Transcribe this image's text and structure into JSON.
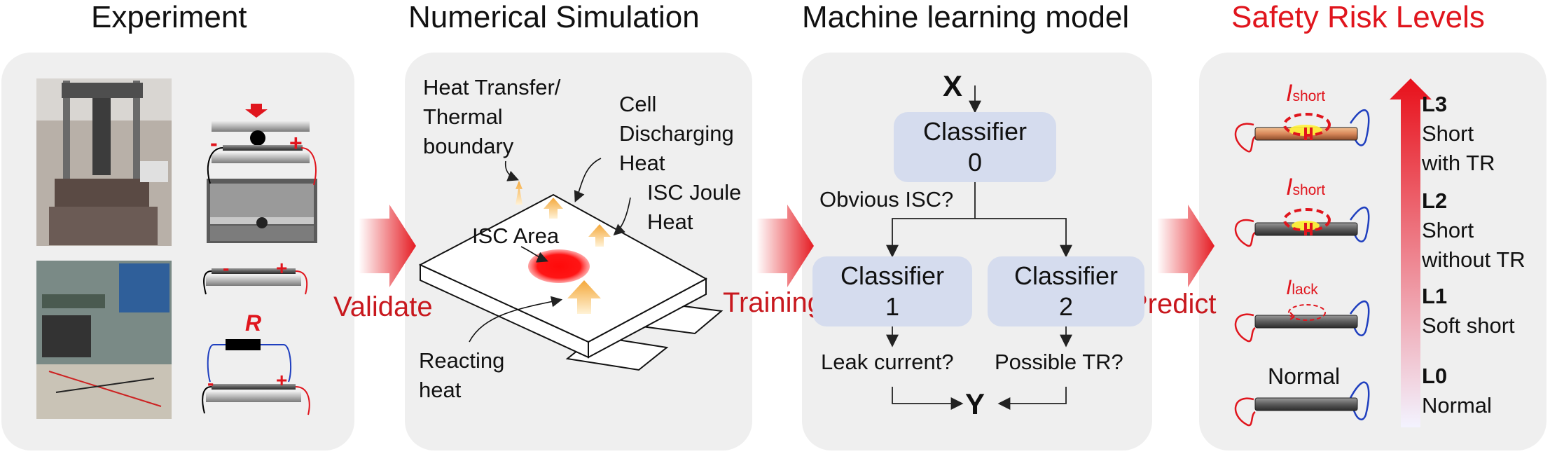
{
  "titles": {
    "experiment": "Experiment",
    "simulation": "Numerical Simulation",
    "ml": "Machine learning model",
    "safety": "Safety Risk Levels"
  },
  "arrows": {
    "validate": "Validate",
    "training": "Training",
    "predict": "Predict"
  },
  "experiment": {
    "polarity_minus": "-",
    "polarity_plus": "+",
    "resistor_label": "R"
  },
  "simulation": {
    "heat_transfer": [
      "Heat Transfer/",
      "Thermal",
      "boundary"
    ],
    "cell_discharging": [
      "Cell",
      "Discharging",
      "Heat"
    ],
    "isc_joule": [
      "ISC Joule",
      "Heat"
    ],
    "isc_area": "ISC Area",
    "reacting": [
      "Reacting",
      "heat"
    ]
  },
  "ml": {
    "input": "X",
    "output": "Y",
    "classifier0": [
      "Classifier",
      "0"
    ],
    "classifier1": [
      "Classifier",
      "1"
    ],
    "classifier2": [
      "Classifier",
      "2"
    ],
    "question0": "Obvious ISC?",
    "question1": "Leak current?",
    "question2": "Possible TR?"
  },
  "safety": {
    "cell_labels": [
      {
        "main": "I",
        "sub": "short"
      },
      {
        "main": "I",
        "sub": "short"
      },
      {
        "main": "I",
        "sub": "lack"
      },
      {
        "main": "Normal",
        "sub": ""
      }
    ],
    "levels": [
      {
        "code": "L3",
        "lines": [
          "Short",
          "with TR"
        ]
      },
      {
        "code": "L2",
        "lines": [
          "Short",
          "without TR"
        ]
      },
      {
        "code": "L1",
        "lines": [
          "Soft short"
        ]
      },
      {
        "code": "L0",
        "lines": [
          "Normal"
        ]
      }
    ]
  },
  "colors": {
    "accent_red": "#e0151d",
    "panel_gray": "#efefef",
    "classifier_blue": "#d5dcee",
    "heat_orange": "#f4a83a"
  }
}
